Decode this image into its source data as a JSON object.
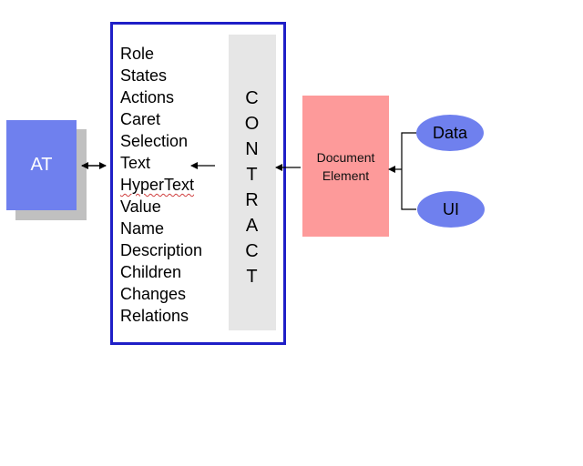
{
  "at_label": "AT",
  "properties": [
    "Role",
    "States",
    "Actions",
    "Caret",
    "Selection",
    "Text",
    "HyperText",
    "Value",
    "Name",
    "Description",
    "Children",
    "Changes",
    "Relations"
  ],
  "contract_letters": [
    "C",
    "O",
    "N",
    "T",
    "R",
    "A",
    "C",
    "T"
  ],
  "document_element": {
    "line1": "Document",
    "line2": "Element"
  },
  "data_label": "Data",
  "ui_label": "UI",
  "colors": {
    "at_fill": "#6f80ee",
    "frame_border": "#1f1fc7",
    "contract_bar": "#e6e6e6",
    "document_fill": "#fd9a9a",
    "ellipse_fill": "#6f80ee"
  }
}
